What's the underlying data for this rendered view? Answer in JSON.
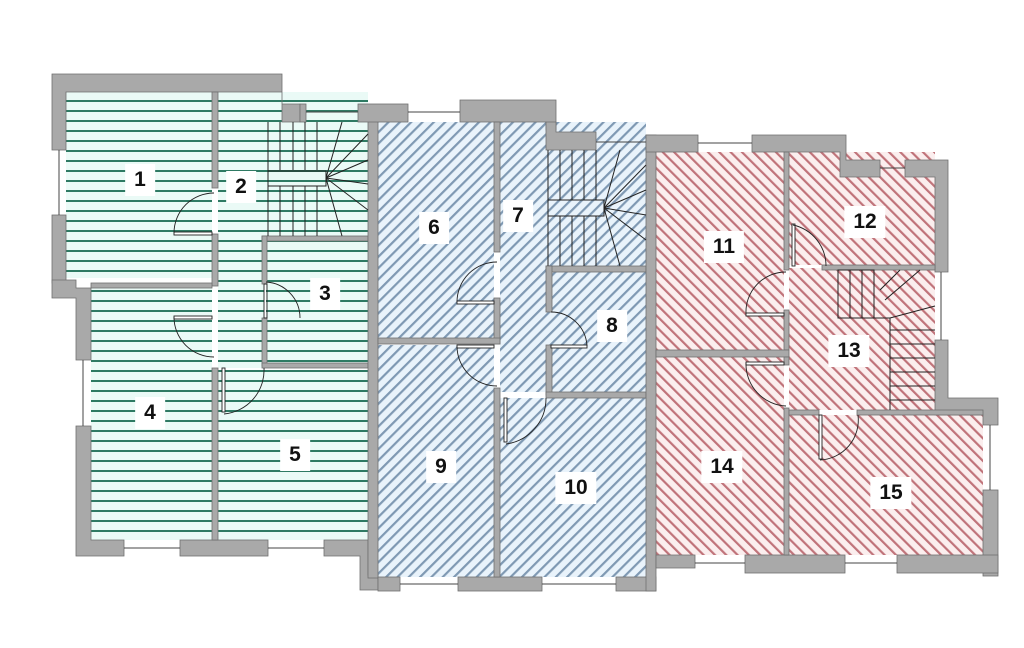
{
  "plan": {
    "type": "floor-plan",
    "wall_color": "#a9a9a9",
    "units": [
      {
        "name": "unit-green",
        "fill": "#eafaf6",
        "hatch": "#2e7a63",
        "hatch_style": "horizontal"
      },
      {
        "name": "unit-blue",
        "fill": "#e9f3fb",
        "hatch": "#7f99b3",
        "hatch_style": "diagonal"
      },
      {
        "name": "unit-red",
        "fill": "#fbeeee",
        "hatch": "#c0737a",
        "hatch_style": "diagonal"
      }
    ],
    "rooms": [
      {
        "id": "1",
        "label": "1",
        "unit": "green"
      },
      {
        "id": "2",
        "label": "2",
        "unit": "green"
      },
      {
        "id": "3",
        "label": "3",
        "unit": "green"
      },
      {
        "id": "4",
        "label": "4",
        "unit": "green"
      },
      {
        "id": "5",
        "label": "5",
        "unit": "green"
      },
      {
        "id": "6",
        "label": "6",
        "unit": "blue"
      },
      {
        "id": "7",
        "label": "7",
        "unit": "blue"
      },
      {
        "id": "8",
        "label": "8",
        "unit": "blue"
      },
      {
        "id": "9",
        "label": "9",
        "unit": "blue"
      },
      {
        "id": "10",
        "label": "10",
        "unit": "blue"
      },
      {
        "id": "11",
        "label": "11",
        "unit": "red"
      },
      {
        "id": "12",
        "label": "12",
        "unit": "red"
      },
      {
        "id": "13",
        "label": "13",
        "unit": "red"
      },
      {
        "id": "14",
        "label": "14",
        "unit": "red"
      },
      {
        "id": "15",
        "label": "15",
        "unit": "red"
      }
    ]
  }
}
